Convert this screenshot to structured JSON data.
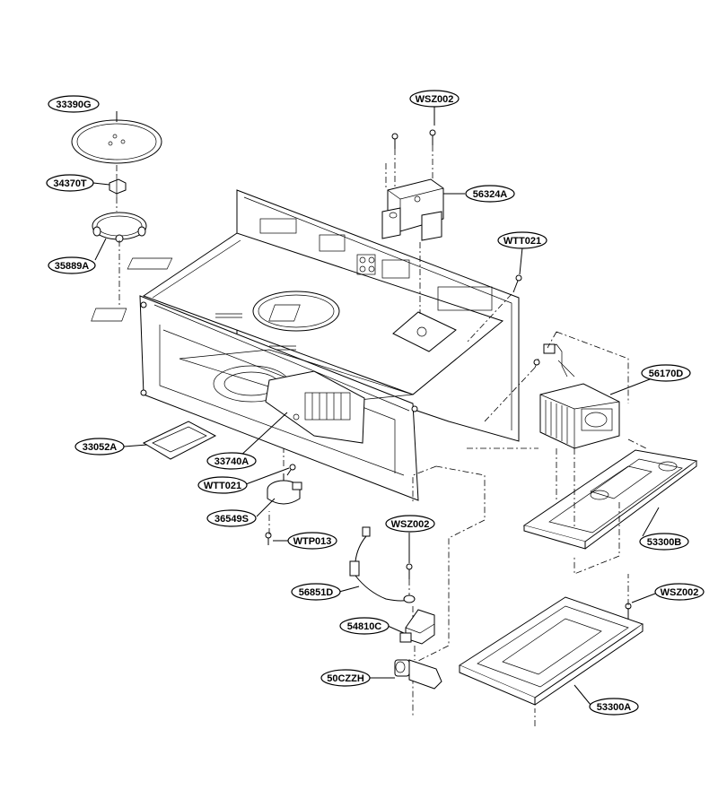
{
  "diagram": {
    "part_labels": [
      {
        "id": "p33390G",
        "text": "33390G"
      },
      {
        "id": "p34370T",
        "text": "34370T"
      },
      {
        "id": "p35889A",
        "text": "35889A"
      },
      {
        "id": "pWSZ002a",
        "text": "WSZ002"
      },
      {
        "id": "p56324A",
        "text": "56324A"
      },
      {
        "id": "pWTT021a",
        "text": "WTT021"
      },
      {
        "id": "p56170D",
        "text": "56170D"
      },
      {
        "id": "p33052A",
        "text": "33052A"
      },
      {
        "id": "p33740A",
        "text": "33740A"
      },
      {
        "id": "pWTT021b",
        "text": "WTT021"
      },
      {
        "id": "p36549S",
        "text": "36549S"
      },
      {
        "id": "pWTP013",
        "text": "WTP013"
      },
      {
        "id": "pWSZ002b",
        "text": "WSZ002"
      },
      {
        "id": "p56851D",
        "text": "56851D"
      },
      {
        "id": "p54810C",
        "text": "54810C"
      },
      {
        "id": "p50CZZH",
        "text": "50CZZH"
      },
      {
        "id": "p53300B",
        "text": "53300B"
      },
      {
        "id": "pWSZ002c",
        "text": "WSZ002"
      },
      {
        "id": "p53300A",
        "text": "53300A"
      }
    ]
  }
}
